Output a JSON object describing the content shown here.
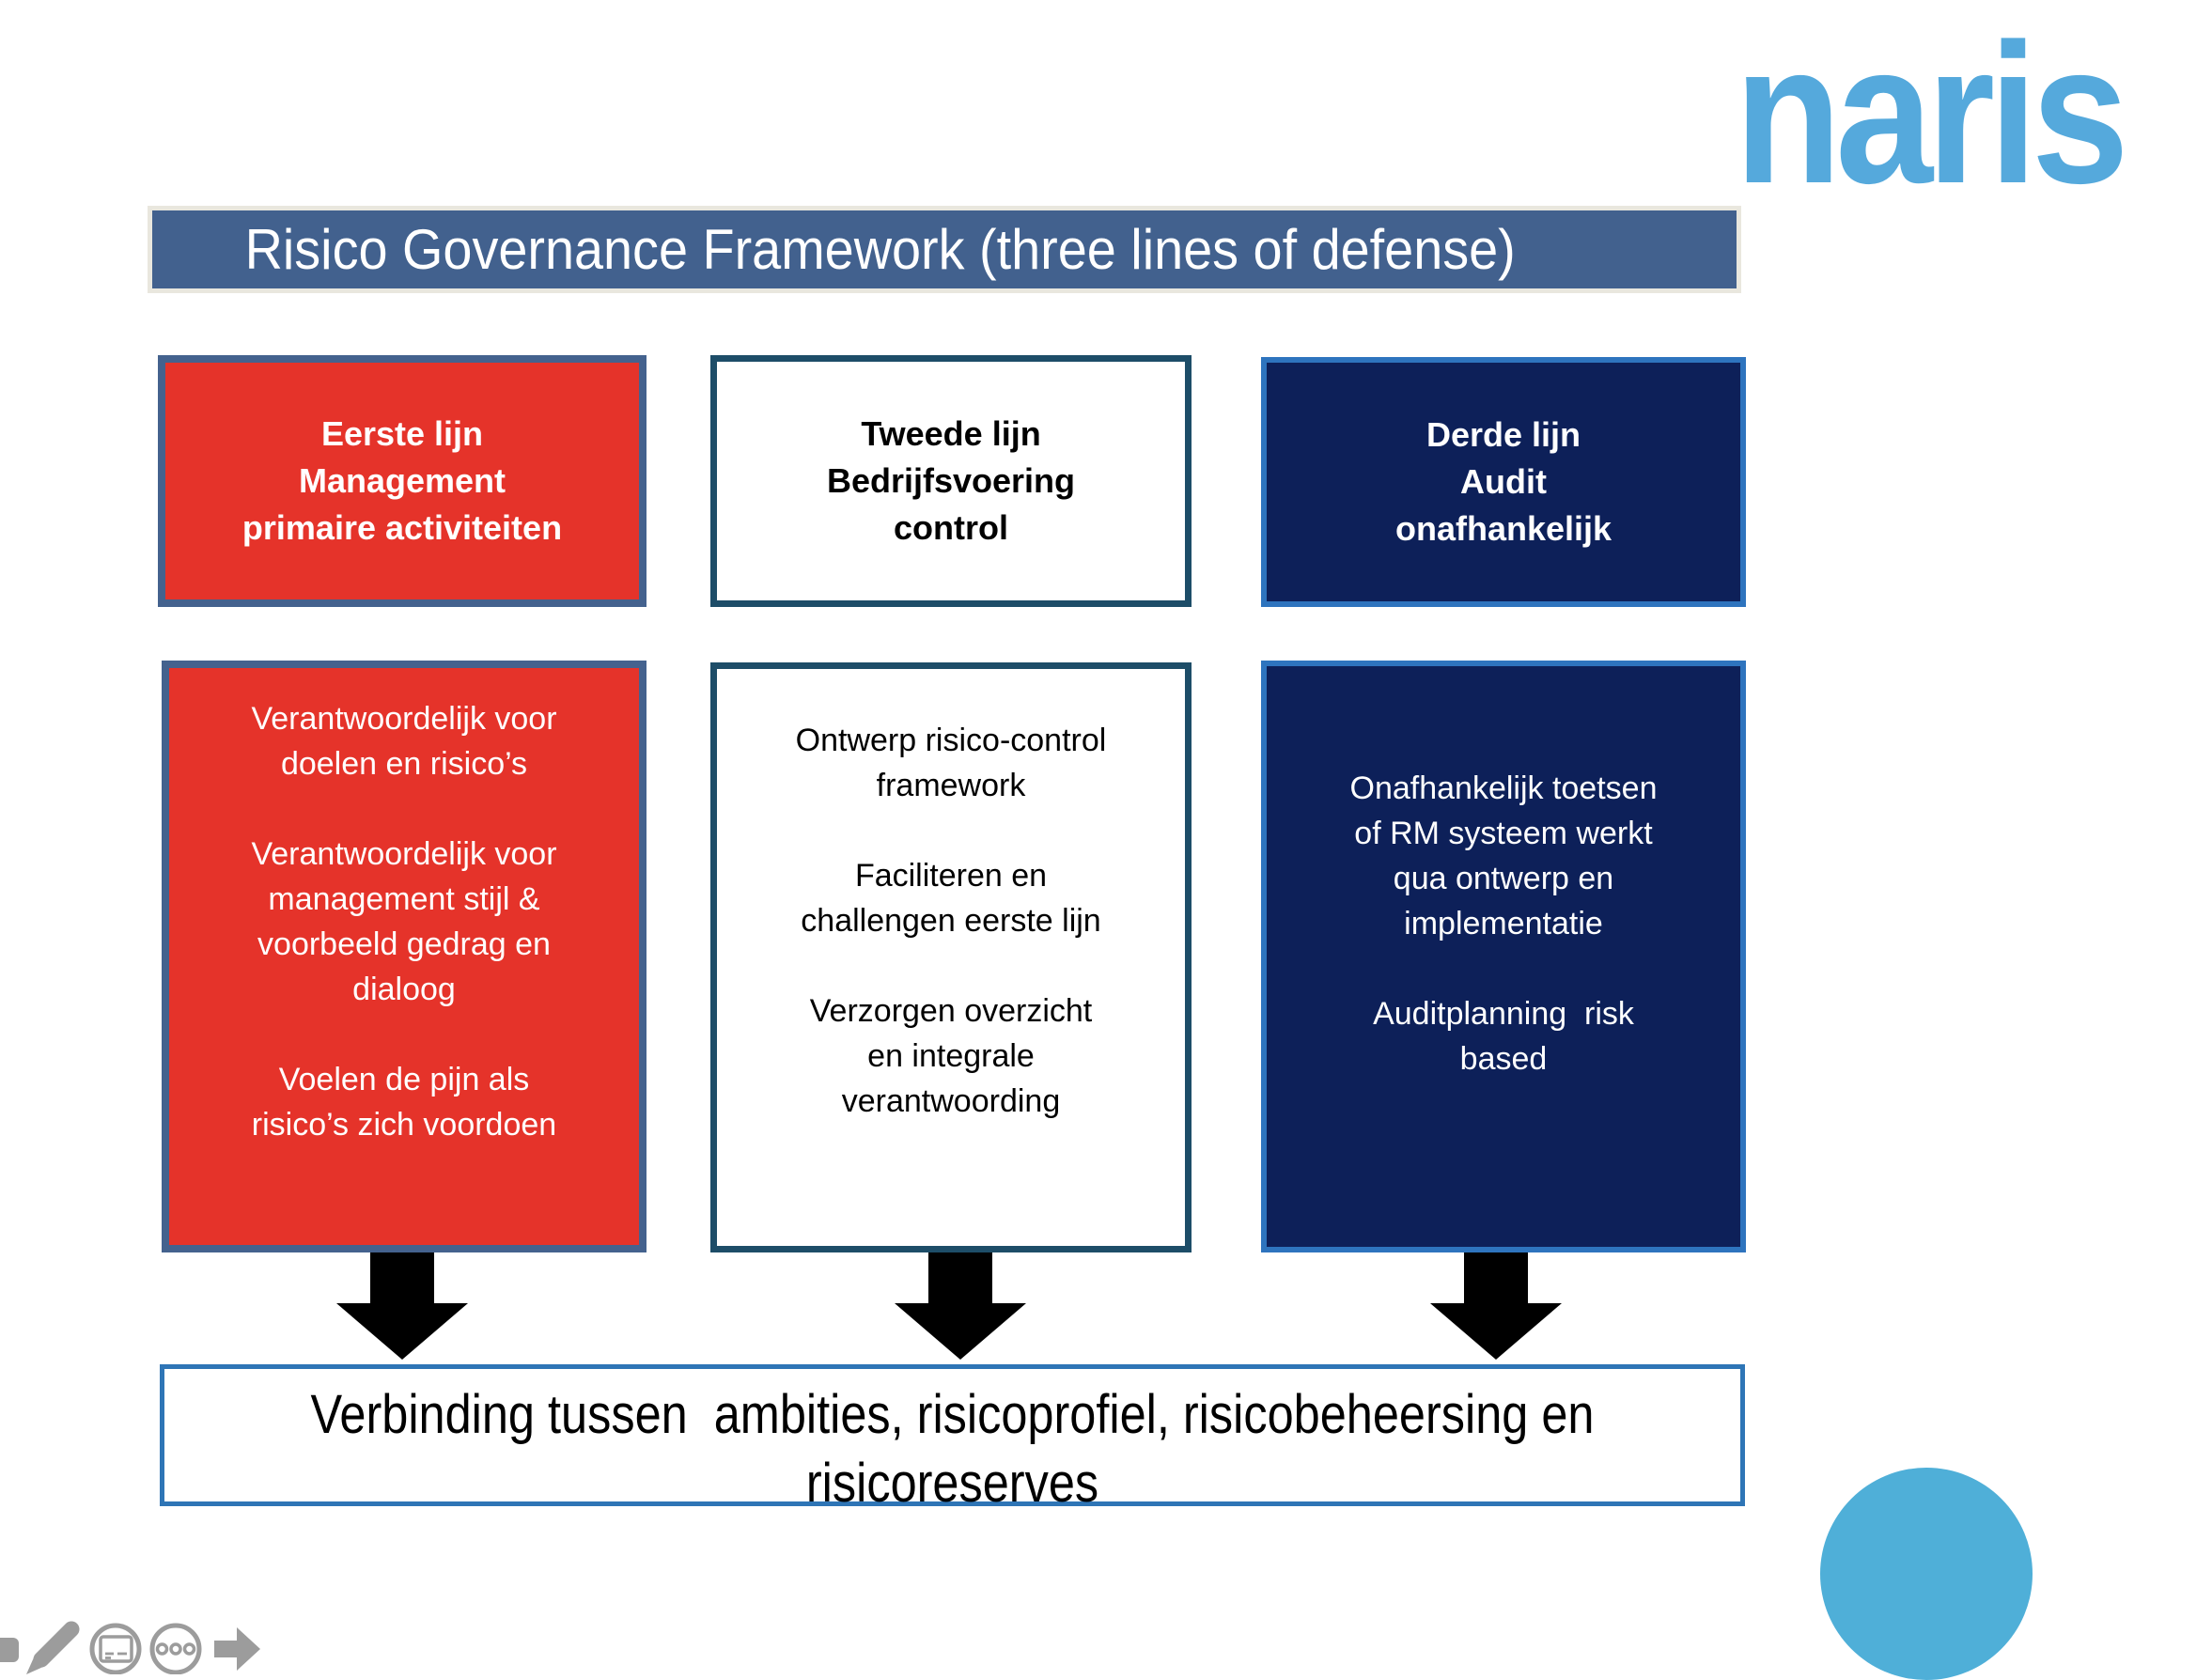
{
  "logo": {
    "text": "naris",
    "color": "#55A9DC"
  },
  "title_bar": {
    "text": "Risico Governance Framework (three lines of defense)",
    "bg": "#42618E",
    "text_color": "#FFFFFF"
  },
  "columns": [
    {
      "header": {
        "text": "Eerste lijn\nManagement\nprimaire activiteiten"
      },
      "details": [
        "Verantwoordelijk voor\ndoelen en risico’s",
        "Verantwoordelijk voor\nmanagement stijl &\nvoorbeeld gedrag en\ndialoog",
        "Voelen de pijn als\nrisico’s zich voordoen"
      ],
      "colors": {
        "fill": "#E5332A",
        "border": "#44628E",
        "text": "#FFFFFF"
      }
    },
    {
      "header": {
        "text": "Tweede lijn\nBedrijfsvoering\ncontrol"
      },
      "details": [
        "Ontwerp risico-control\nframework",
        "Faciliteren en\nchallengen eerste lijn",
        "Verzorgen overzicht\nen integrale\nverantwoording"
      ],
      "colors": {
        "fill": "#FFFFFF",
        "border": "#1D4D68",
        "text": "#000000"
      }
    },
    {
      "header": {
        "text": "Derde lijn\nAudit\nonafhankelijk"
      },
      "details": [
        "Onafhankelijk toetsen\nof RM systeem werkt\nqua ontwerp en\nimplementatie",
        "Auditplanning  risk\nbased"
      ],
      "colors": {
        "fill": "#0D2059",
        "border": "#2E74BE",
        "text": "#FFFFFF"
      }
    }
  ],
  "bottom_box": {
    "text": "Verbinding tussen  ambities, risicoprofiel, risicobeheersing en\nrisicoreserves",
    "border": "#2E75B6",
    "text_color": "#000000"
  },
  "arrows": {
    "count": 3,
    "color": "#000000"
  },
  "decor": {
    "circle_color": "#4FAFD8"
  },
  "toolbar": {
    "icon_color": "#9C9C9C",
    "icons": [
      "highlight-square-icon",
      "pen-icon",
      "slide-annotation-icon",
      "more-options-icon",
      "next-slide-icon"
    ]
  }
}
